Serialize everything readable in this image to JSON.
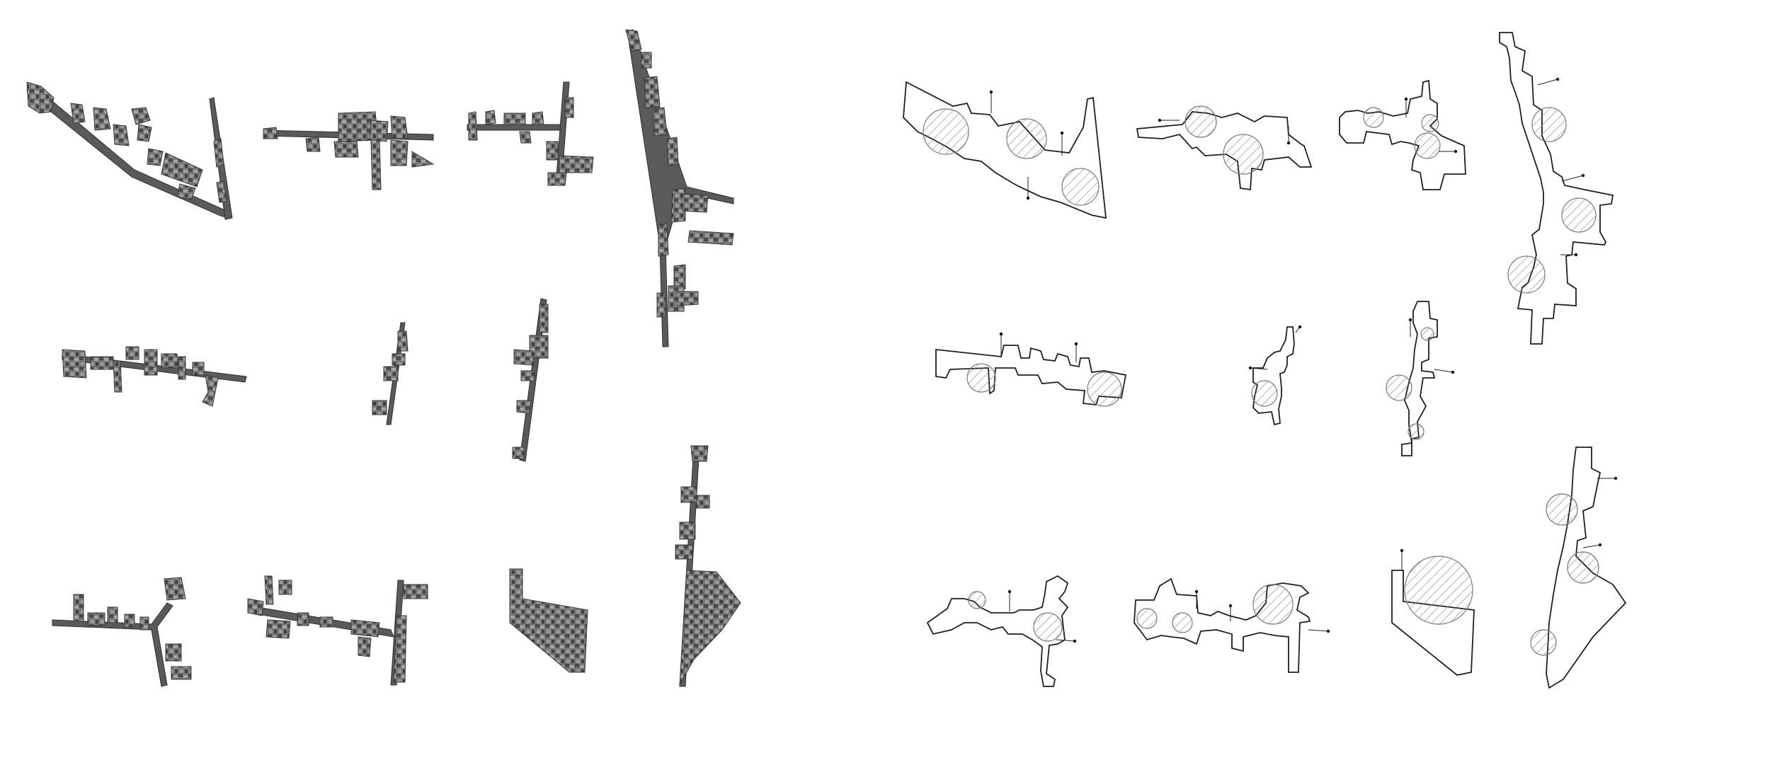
{
  "figure": {
    "panels": [
      "aerial-fragments",
      "outline-diagrams"
    ],
    "grid": {
      "rows": 3,
      "columns": 4
    },
    "colors": {
      "outline": "#1f1f1f",
      "hatch": "#8a8a8a",
      "imagery": "#6d6d6d",
      "background": "#ffffff"
    }
  }
}
